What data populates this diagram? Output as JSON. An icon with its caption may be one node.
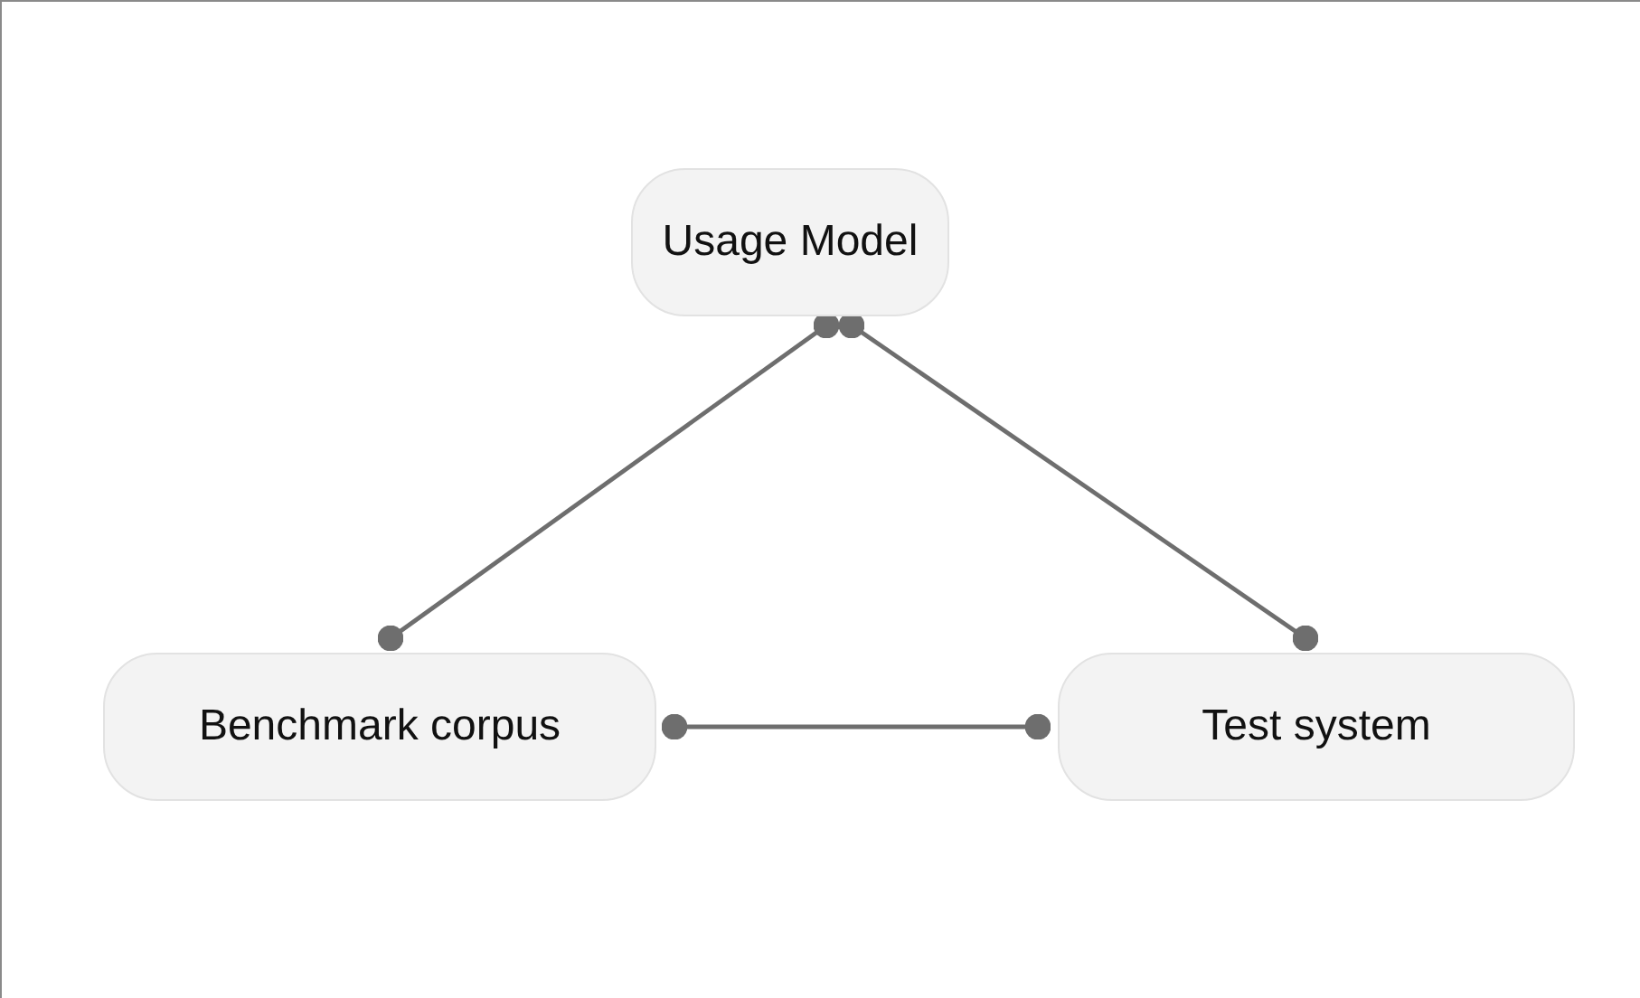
{
  "diagram": {
    "nodes": [
      {
        "text": [
          "Usage Model"
        ]
      },
      {
        "text": [
          "Benchmark corpus"
        ]
      },
      {
        "text": [
          "Test system"
        ]
      }
    ],
    "edges": [
      {
        "from": 0,
        "to": 1,
        "arrow": "other"
      },
      {
        "from": 0,
        "to": 2,
        "arrow": "other"
      },
      {
        "from": 1,
        "to": 2,
        "arrow": "other"
      }
    ]
  }
}
